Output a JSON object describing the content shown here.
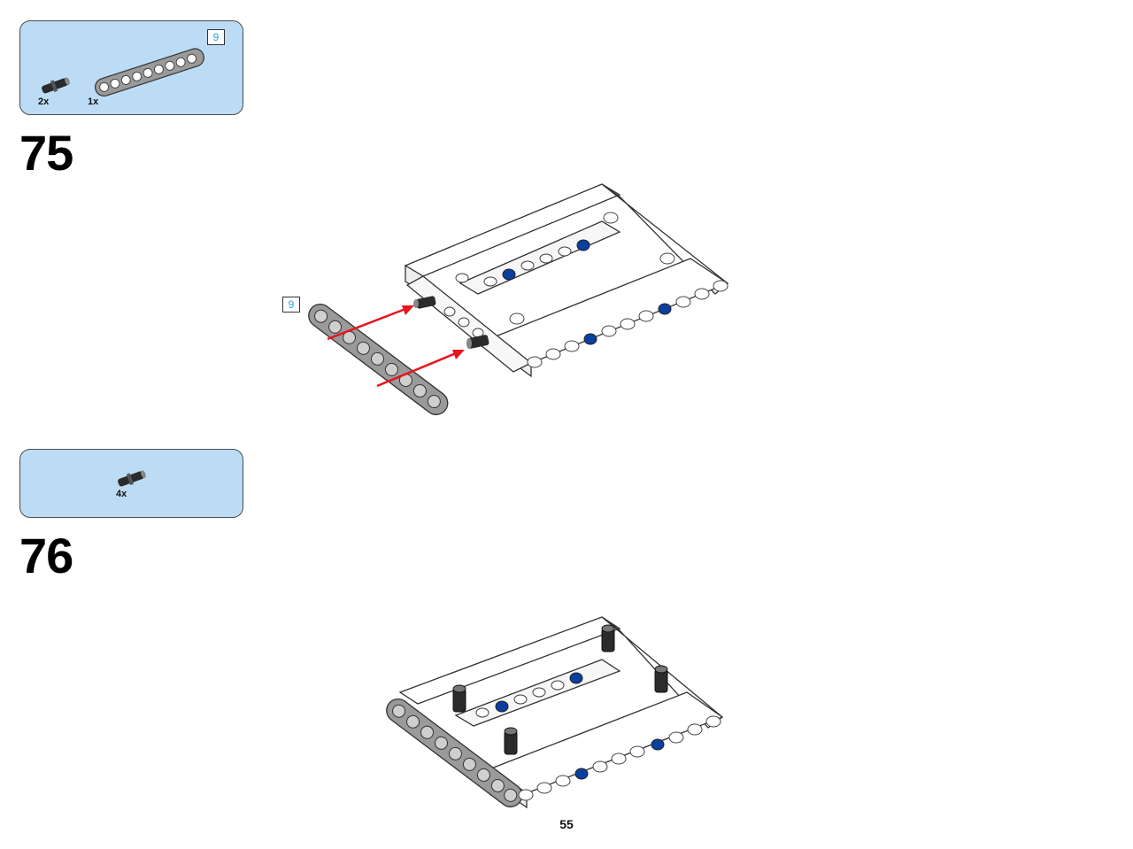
{
  "steps": [
    {
      "number": "75",
      "parts": [
        {
          "name": "pin-connector",
          "quantity": "2x",
          "color": "#2b2b2b"
        },
        {
          "name": "liftarm-beam",
          "quantity": "1x",
          "length": "9",
          "color": "#9a9a9a"
        }
      ],
      "callout_length_badge": "9"
    },
    {
      "number": "76",
      "parts": [
        {
          "name": "pin-connector",
          "quantity": "4x",
          "color": "#2b2b2b"
        }
      ]
    }
  ],
  "page": {
    "number": "55"
  },
  "colors": {
    "callout_bg": "#bcdcf5",
    "arrow": "#e8151b",
    "blue_pin": "#0a3fa0",
    "beam_gray": "#9a9a9a",
    "badge_text": "#2aa3d6"
  }
}
